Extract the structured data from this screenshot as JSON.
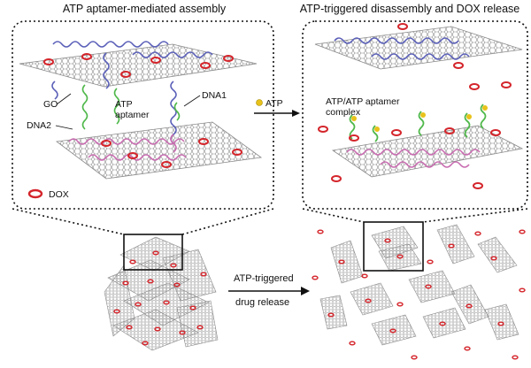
{
  "titles": {
    "left": "ATP aptamer-mediated assembly",
    "right": "ATP-triggered disassembly and DOX release"
  },
  "labels": {
    "go": "GO",
    "atp_aptamer_line1": "ATP",
    "atp_aptamer_line2": "aptamer",
    "dna1": "DNA1",
    "dna2": "DNA2",
    "dox": "DOX",
    "atp": "ATP",
    "complex_line1": "ATP/ATP aptamer",
    "complex_line2": "complex",
    "drug_line1": "ATP-triggered",
    "drug_line2": "drug release"
  },
  "colors": {
    "graphene": "#8a8a8a",
    "dna1": "#5a5fb8",
    "dna2": "#c86bb0",
    "aptamer": "#4fb84a",
    "dox": "#d4252b",
    "atp": "#e8c21a",
    "frame": "#111111"
  }
}
